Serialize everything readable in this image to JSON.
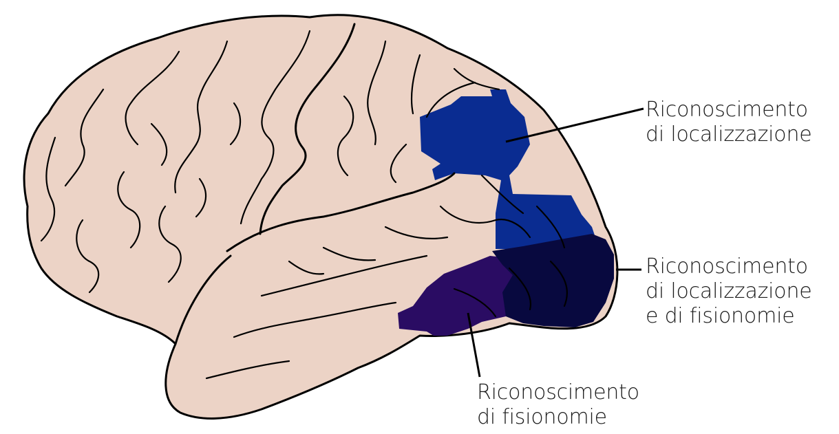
{
  "colors": {
    "brain_fill": "#ecd3c6",
    "outline": "#000000",
    "localization_region": "#0a2c91",
    "overlap_region": "#08093f",
    "face_region": "#2a0c63",
    "background": "#ffffff"
  },
  "labels": {
    "localization": {
      "line1": "Riconoscimento",
      "line2": "di localizzazione"
    },
    "both": {
      "line1": "Riconoscimento",
      "line2": "di localizzazione",
      "line3": "e di fisionomie"
    },
    "faces": {
      "line1": "Riconoscimento",
      "line2": "di fisionomie"
    }
  }
}
